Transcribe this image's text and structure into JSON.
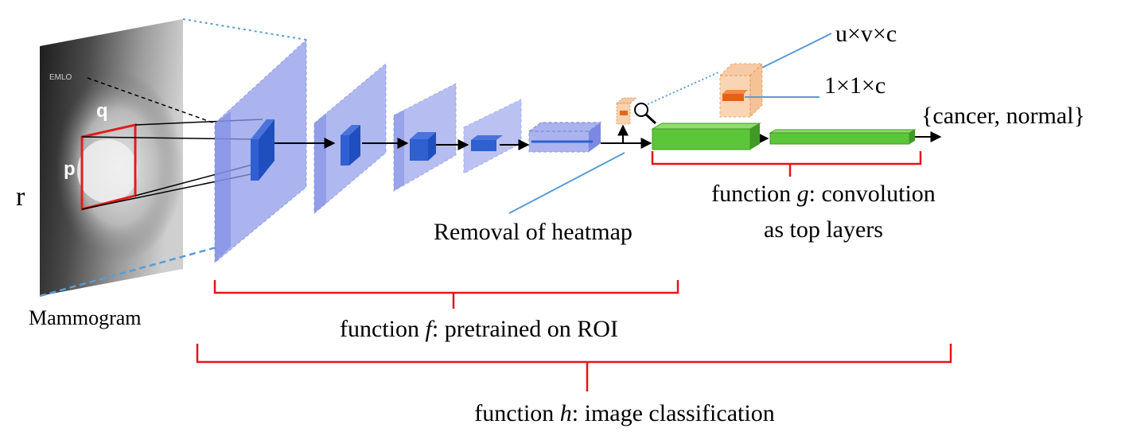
{
  "labels": {
    "r": "r",
    "mammogram": "Mammogram",
    "roi_p": "p",
    "roi_q": "q",
    "mammo_tag": "EMLO",
    "uvc": "u×v×c",
    "onexonec": "1×1×c",
    "output": "{cancer, normal}",
    "heatmap_removal": "Removal of heatmap",
    "function_f_prefix": "function ",
    "function_f_var": "f",
    "function_f_suffix": ": pretrained on ROI",
    "function_g_prefix": "function ",
    "function_g_var": "g",
    "function_g_suffix": ": convolution",
    "function_g_line2": "as top layers",
    "function_h_prefix": "function ",
    "function_h_var": "h",
    "function_h_suffix": ": image classification"
  },
  "colors": {
    "layer_fill": "#8f9bea",
    "layer_edge": "#6a7be0",
    "kernel": "#2f5fd0",
    "dense": "#5cc639",
    "dense_dark": "#3f9a26",
    "heatmap_cube": "#f7c79b",
    "brace": "#e0161b",
    "callout": "#5b9bd5",
    "roi_box": "#e21d1d"
  }
}
